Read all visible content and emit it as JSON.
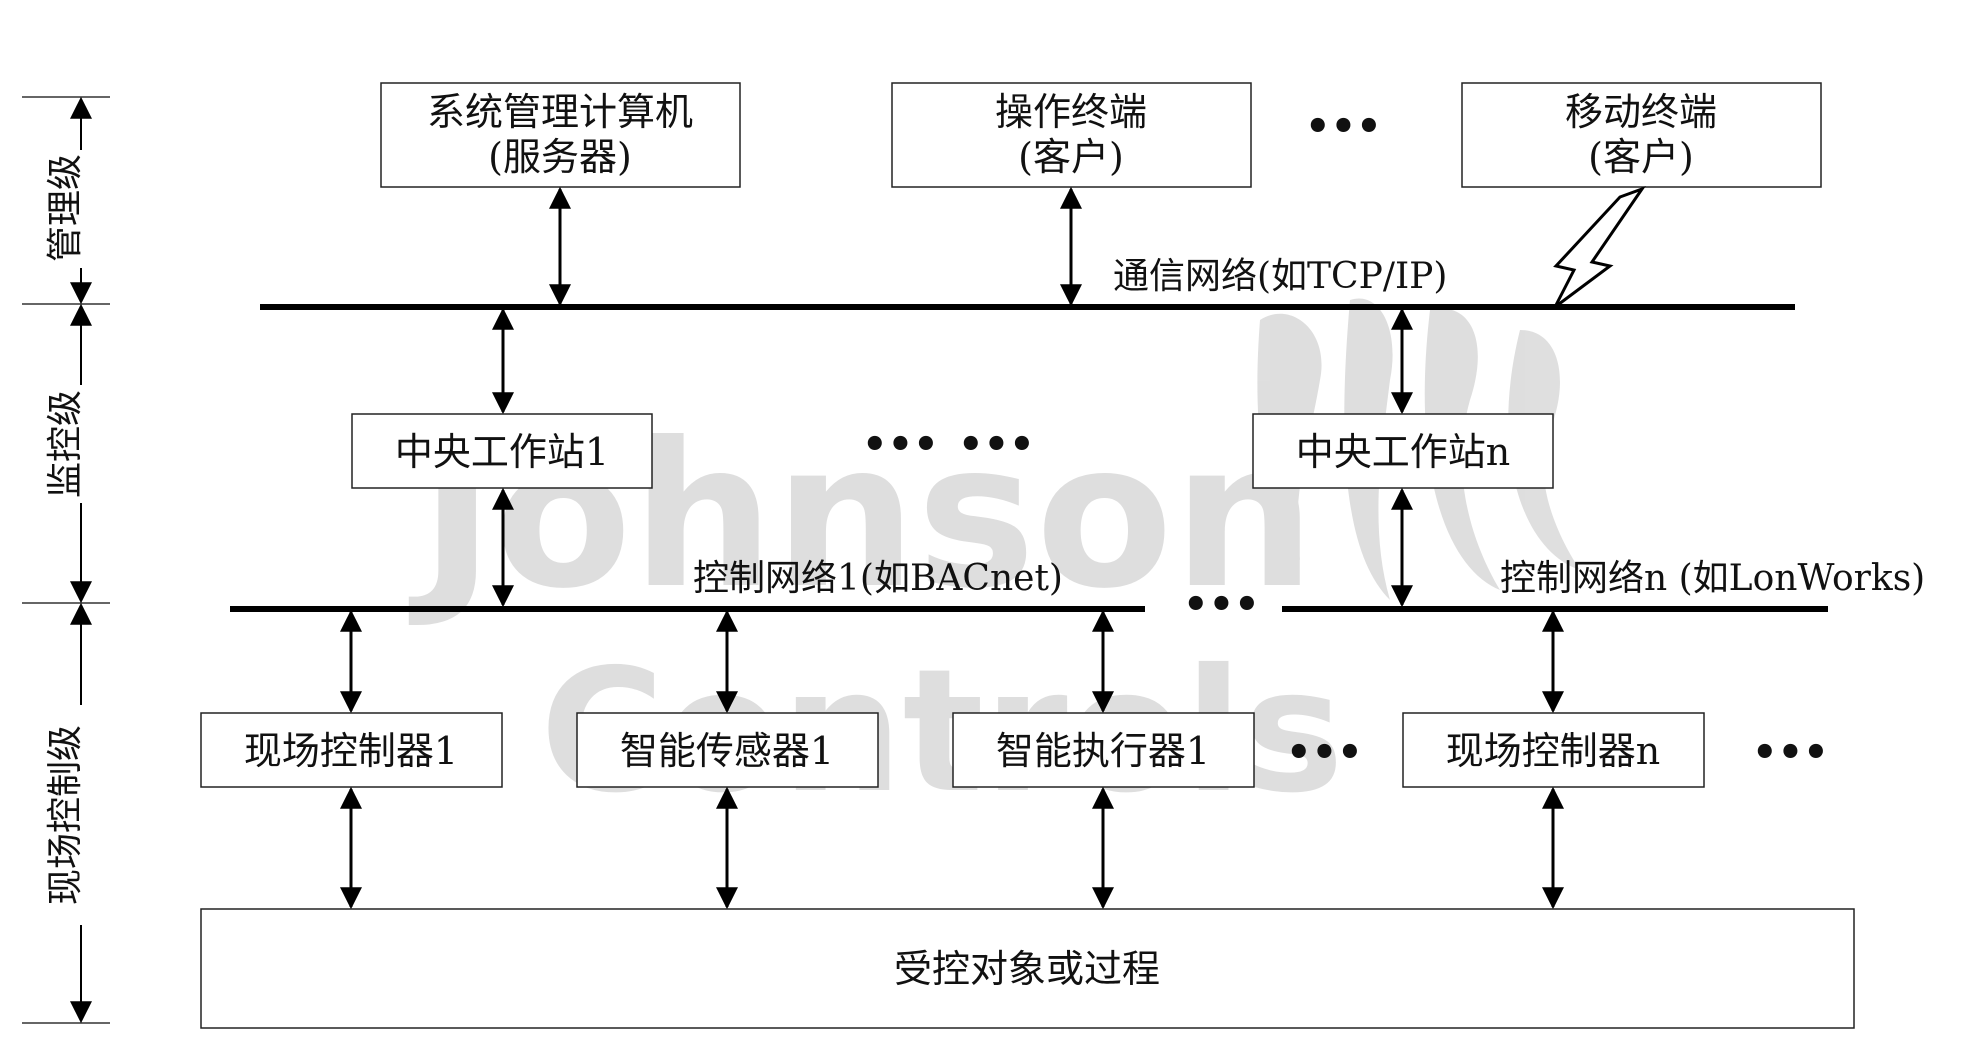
{
  "levels": {
    "management": "管理级",
    "supervisory": "监控级",
    "field": "现场控制级"
  },
  "management_nodes": {
    "server_line1": "系统管理计算机",
    "server_line2": "(服务器)",
    "operator_line1": "操作终端",
    "operator_line2": "(客户)",
    "mobile_line1": "移动终端",
    "mobile_line2": "(客户)"
  },
  "networks": {
    "comm": "通信网络(如TCP/IP)",
    "control1": "控制网络1(如BACnet)",
    "controln": "控制网络n (如LonWorks)"
  },
  "workstations": {
    "ws1": "中央工作站1",
    "wsn": "中央工作站n"
  },
  "field_devices": {
    "fc1": "现场控制器1",
    "sensor1": "智能传感器1",
    "actuator1": "智能执行器1",
    "fcn": "现场控制器n"
  },
  "process": "受控对象或过程",
  "ellipsis": "•••",
  "watermark": {
    "line1": "Johnson",
    "line2": "Controls"
  },
  "colors": {
    "line": "#000000",
    "box_border": "#222222",
    "watermark": "#d9d9d9"
  }
}
